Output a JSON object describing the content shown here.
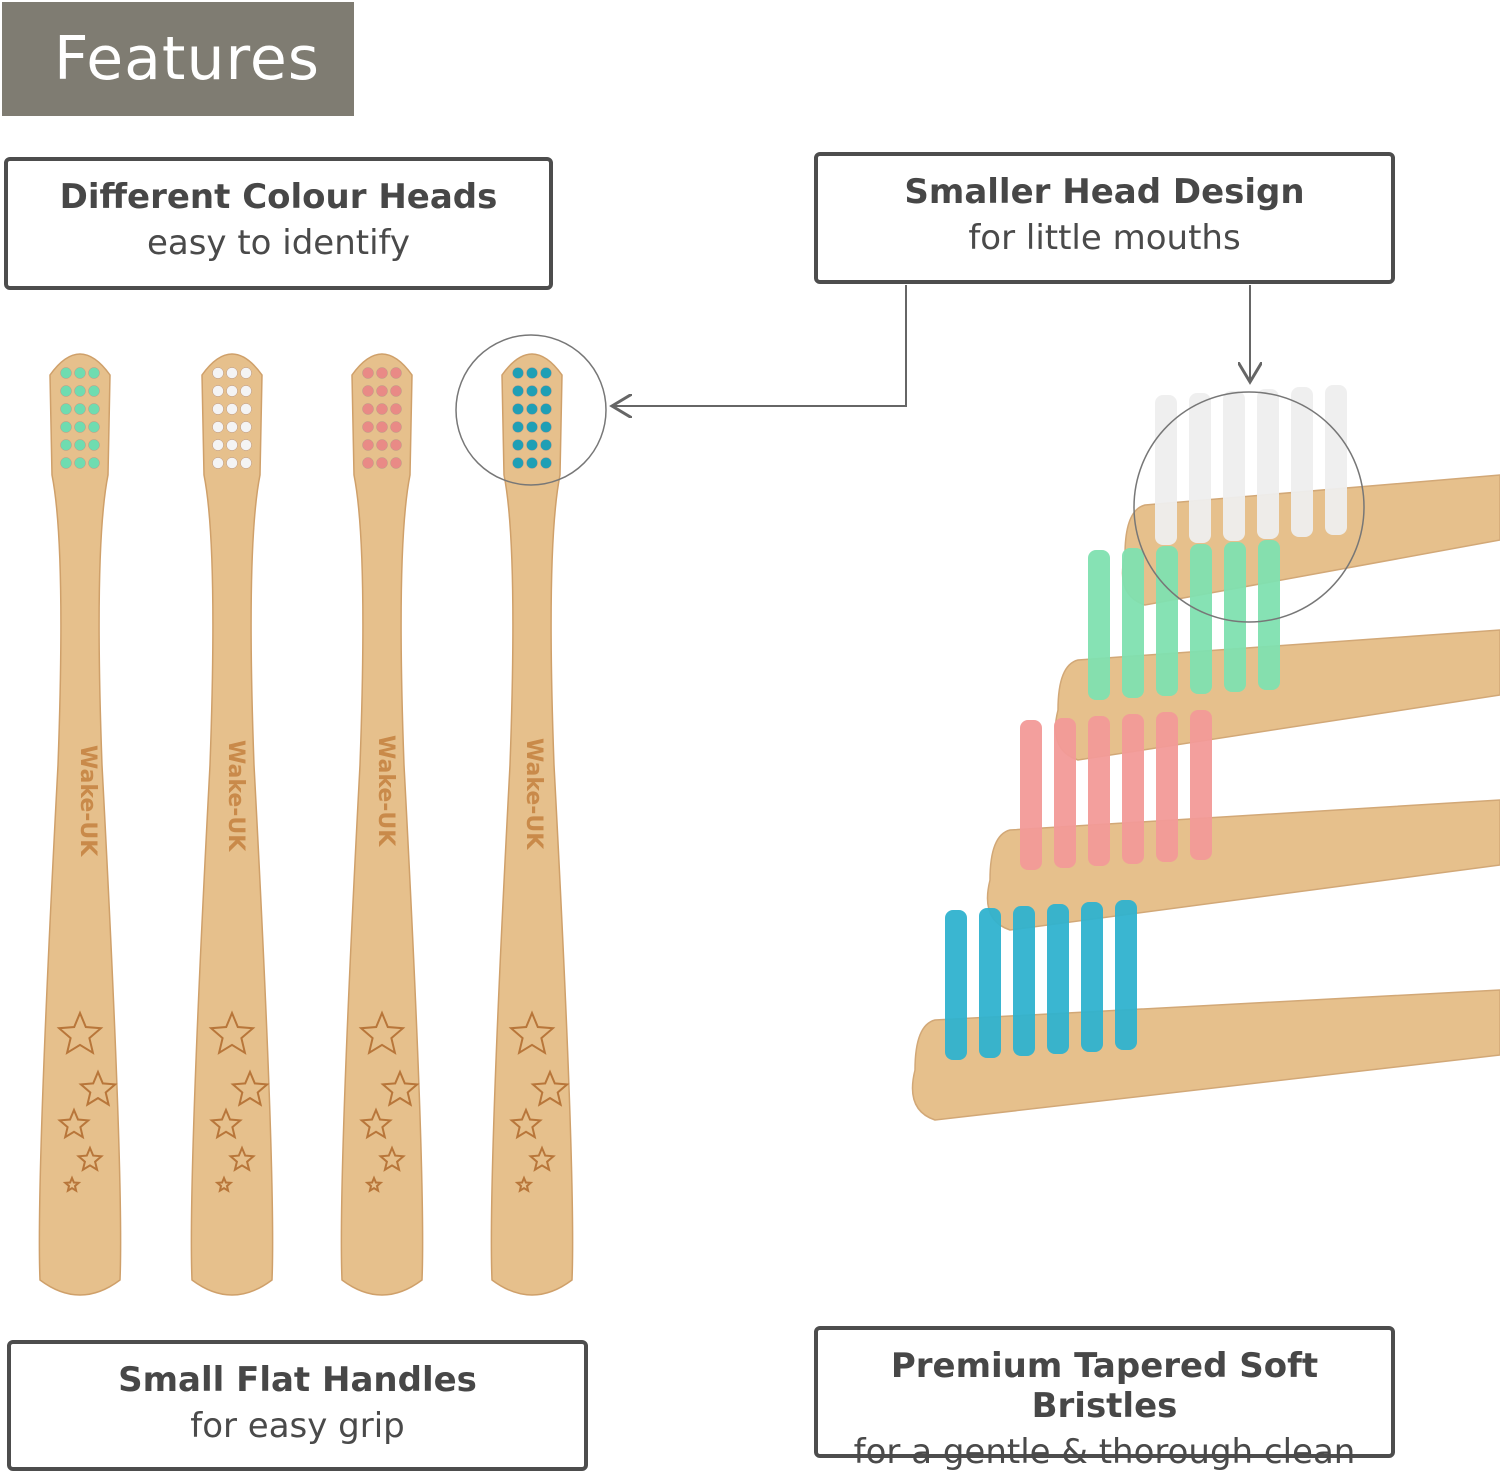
{
  "header": {
    "title": "Features"
  },
  "features": [
    {
      "title": "Different Colour Heads",
      "subtitle": "easy to identify"
    },
    {
      "title": "Smaller Head Design",
      "subtitle": "for little mouths"
    },
    {
      "title": "Small Flat Handles",
      "subtitle": "for easy grip"
    },
    {
      "title": "Premium Tapered Soft Bristles",
      "subtitle": "for a gentle & thorough clean"
    }
  ],
  "brush_brand": "Wake-UK",
  "colors": {
    "header_bg": "#7f7c72",
    "bamboo": "#e6c08c",
    "bristles": [
      "#6fdcb0",
      "#f4f4f4",
      "#e98a86",
      "#1f9fb5"
    ],
    "side_bristles": [
      "#eeeeee",
      "#7fe0b0",
      "#f29a98",
      "#2fb2cf"
    ]
  }
}
